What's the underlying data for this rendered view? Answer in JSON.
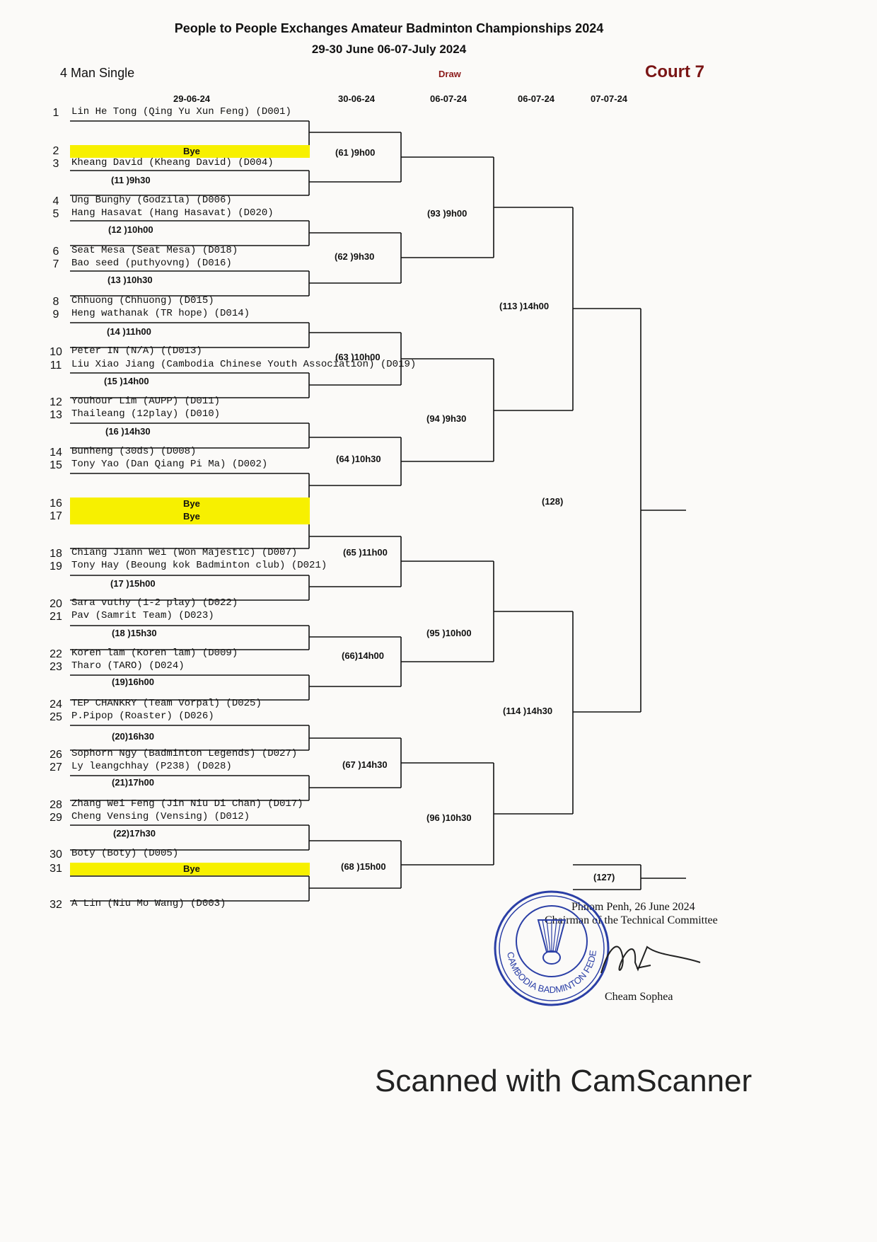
{
  "header": {
    "title": "People to People Exchanges Amateur Badminton Championships 2024",
    "subtitle": "29-30 June 06-07-July 2024",
    "category_number": "4",
    "category": "Man Single",
    "draw_label": "Draw",
    "court": "Court 7"
  },
  "round_dates": [
    "29-06-24",
    "30-06-24",
    "06-07-24",
    "06-07-24",
    "07-07-24"
  ],
  "entries": [
    {
      "no": "1",
      "name": "Lin He Tong (Qing Yu Xun Feng) (D001)"
    },
    {
      "no": "2",
      "name": "Bye",
      "bye": true
    },
    {
      "no": "3",
      "name": "Kheang David (Kheang David) (D004)"
    },
    {
      "no": "4",
      "name": "Ung Bunghy (Godzila) (D006)"
    },
    {
      "no": "5",
      "name": "Hang Hasavat (Hang Hasavat) (D020)"
    },
    {
      "no": "6",
      "name": "Seat Mesa (Seat Mesa) (D018)"
    },
    {
      "no": "7",
      "name": "Bao seed (puthyovng) (D016)"
    },
    {
      "no": "8",
      "name": "Chhuong (Chhuong) (D015)"
    },
    {
      "no": "9",
      "name": "Heng wathanak (TR hope) (D014)"
    },
    {
      "no": "10",
      "name": "Peter IN (N/A) ((D013)"
    },
    {
      "no": "11",
      "name": "Liu Xiao Jiang (Cambodia Chinese Youth Association) (D019)"
    },
    {
      "no": "12",
      "name": "Youhour Lim (AUPP) (D011)"
    },
    {
      "no": "13",
      "name": "Thaileang (12play) (D010)"
    },
    {
      "no": "14",
      "name": "Bunheng (30ds) (D008)"
    },
    {
      "no": "15",
      "name": "Tony Yao (Dan Qiang Pi Ma) (D002)"
    },
    {
      "no": "16",
      "name": "Bye",
      "bye": true
    },
    {
      "no": "17",
      "name": "Bye",
      "bye": true
    },
    {
      "no": "18",
      "name": "Chiang Jiann Wei (Won Majestic) (D007)"
    },
    {
      "no": "19",
      "name": "Tony Hay (Beoung kok Badminton club) (D021)"
    },
    {
      "no": "20",
      "name": "Sara vuthy (1-2 play) (D022)"
    },
    {
      "no": "21",
      "name": "Pav (Samrit Team) (D023)"
    },
    {
      "no": "22",
      "name": "Koren lam (Koren lam) (D009)"
    },
    {
      "no": "23",
      "name": "Tharo (TARO) (D024)"
    },
    {
      "no": "24",
      "name": "TEP CHANKRY (Team Vorpal) (D025)"
    },
    {
      "no": "25",
      "name": "P.Pipop (Roaster) (D026)"
    },
    {
      "no": "26",
      "name": "Sophorn Ngy (Badminton Legends) (D027)"
    },
    {
      "no": "27",
      "name": "Ly leangchhay (P238) (D028)"
    },
    {
      "no": "28",
      "name": "Zhang Wei Feng (Jin Niu Di Chan) (D017)"
    },
    {
      "no": "29",
      "name": "Cheng Vensing (Vensing) (D012)"
    },
    {
      "no": "30",
      "name": "Boty (Boty) (D005)"
    },
    {
      "no": "31",
      "name": "Bye",
      "bye": true
    },
    {
      "no": "32",
      "name": "A Lin (Niu Mo Wang) (D003)"
    }
  ],
  "round1_matches": [
    "(11 )9h30",
    "(12 )10h00",
    "(13 )10h30",
    "(14 )11h00",
    "(15 )14h00",
    "(16 )14h30",
    "(17 )15h00",
    "(18 )15h30",
    "(19)16h00",
    "(20)16h30",
    "(21)17h00",
    "(22)17h30"
  ],
  "round2_matches": [
    "(61 )9h00",
    "(62 )9h30",
    "(63 )10h00",
    "(64 )10h30",
    "(65 )11h00",
    "(66)14h00",
    "(67 )14h30",
    "(68 )15h00"
  ],
  "quarter_matches": [
    "(93 )9h00",
    "(94 )9h30",
    "(95 )10h00",
    "(96 )10h30"
  ],
  "semi_matches": [
    "(113 )14h00",
    "(114 )14h30"
  ],
  "final_match": "(128)",
  "third_place_match": "(127)",
  "footer": {
    "place_date": "Phnom Penh, 26 June 2024",
    "role": "Chairman of the Technical Committee",
    "signatory": "Cheam Sophea",
    "seal_text": "CAMBODIA BADMINTON FEDERATION",
    "scanner": "Scanned with CamScanner"
  }
}
